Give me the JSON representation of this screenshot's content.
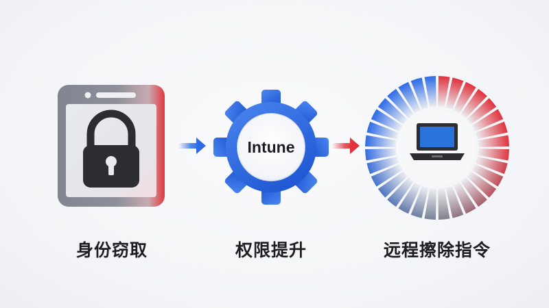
{
  "steps": [
    {
      "id": "identity-theft",
      "label": "身份窃取",
      "icon": "lock-icon"
    },
    {
      "id": "privilege-escalation",
      "label": "权限提升",
      "icon": "gear-icon",
      "icon_text": "Intune"
    },
    {
      "id": "remote-wipe",
      "label": "远程擦除指令",
      "icon": "laptop-icon"
    }
  ],
  "colors": {
    "blue": "#2d6be6",
    "red": "#e0323c",
    "gray": "#7d8290",
    "dark": "#2b2d33"
  }
}
